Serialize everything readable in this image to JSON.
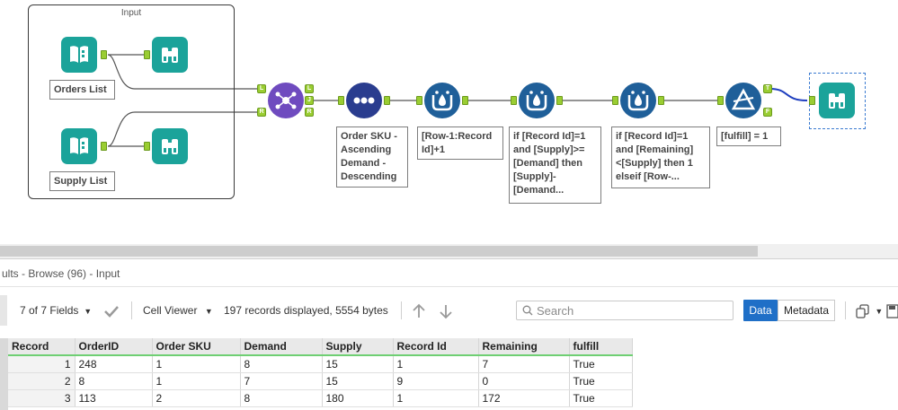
{
  "canvas": {
    "container_title": "Input",
    "annotations": {
      "orders_list": "Orders List",
      "supply_list": "Supply List",
      "sort": "Order SKU - Ascending Demand - Descending",
      "multirow1": "[Row-1:Record Id]+1",
      "multirow2": "if [Record Id]=1 and [Supply]>=[Demand] then [Supply]-[Demand...",
      "multirow3": "if [Record Id]=1 and [Remaining]<[Supply] then 1 elseif [Row-...",
      "filter": "[fulfill] = 1"
    },
    "join_anchors": {
      "in_left": "L",
      "in_right": "R",
      "out_left": "L",
      "out_join": "J",
      "out_right": "R"
    },
    "filter_anchors": {
      "true": "T",
      "false": "F"
    },
    "icons": {
      "input": "book-icon",
      "browse": "binoculars-icon",
      "join": "join-icon",
      "sort": "sort-dots-icon",
      "multirow": "multi-row-formula-icon",
      "filter": "filter-icon"
    },
    "colors": {
      "input_browse": "#1ba39a",
      "join": "#6f4bbf",
      "sort": "#2a3d8f",
      "multirow": "#1f5f99",
      "filter": "#1f5f99",
      "anchor": "#9acd32",
      "wire_selected": "#1f3fbf"
    }
  },
  "results": {
    "title": "ults - Browse (96) - Input",
    "toolbar": {
      "fields": "7 of 7 Fields",
      "cell_viewer": "Cell Viewer",
      "records_info": "197 records displayed, 5554 bytes",
      "search_placeholder": "Search",
      "data_label": "Data",
      "metadata_label": "Metadata"
    },
    "columns": [
      "Record",
      "OrderID",
      "Order SKU",
      "Demand",
      "Supply",
      "Record Id",
      "Remaining",
      "fulfill"
    ],
    "rows": [
      [
        "1",
        "248",
        "1",
        "8",
        "15",
        "1",
        "7",
        "True"
      ],
      [
        "2",
        "8",
        "1",
        "7",
        "15",
        "9",
        "0",
        "True"
      ],
      [
        "3",
        "113",
        "2",
        "8",
        "180",
        "1",
        "172",
        "True"
      ]
    ]
  }
}
